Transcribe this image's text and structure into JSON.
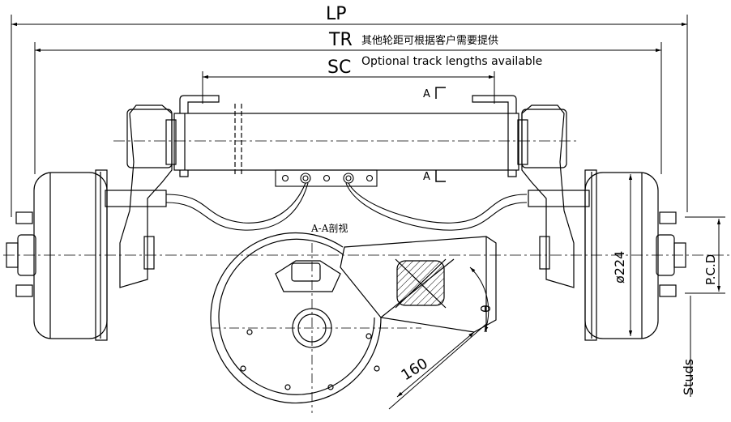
{
  "dimensions": {
    "lp": "LP",
    "tr": "TR",
    "tr_note": "其他轮距可根据客户需要提供",
    "sc": "SC",
    "sc_note": "Optional track lengths available"
  },
  "section": {
    "marker_top": "A",
    "marker_bottom": "A",
    "title": "A-A剖视",
    "dim_160": "160",
    "angle": "θ"
  },
  "hub": {
    "diameter": "ø224",
    "pcd": "P.C.D",
    "studs": "Studs"
  },
  "colors": {
    "line": "#000000",
    "background": "#ffffff"
  }
}
